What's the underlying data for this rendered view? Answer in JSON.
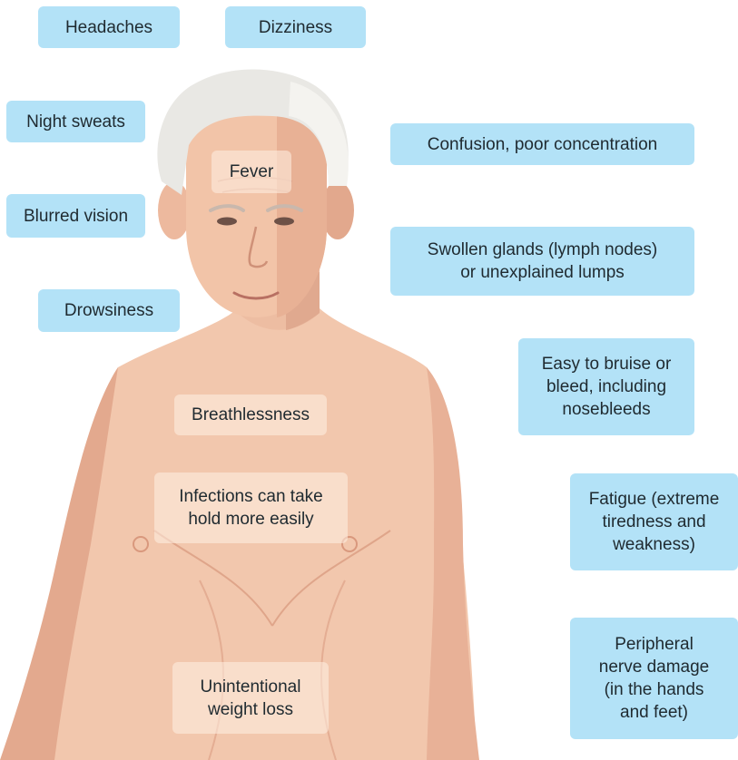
{
  "figure": {
    "colors": {
      "label_box": "#b3e2f7",
      "skin": "#f2c7ad",
      "skin_shadow": "#e3a98e",
      "hair": "#e9e8e4",
      "text": "#1f2a30"
    },
    "illustration": "person-torso-illustration"
  },
  "labels": {
    "headaches": "Headaches",
    "dizziness": "Dizziness",
    "night_sweats": "Night sweats",
    "confusion": "Confusion, poor concentration",
    "fever": "Fever",
    "blurred_vision": "Blurred vision",
    "swollen_glands": "Swollen glands (lymph nodes)\nor unexplained lumps",
    "drowsiness": "Drowsiness",
    "bruise_bleed": "Easy to bruise or\nbleed, including\nnosebleeds",
    "breathlessness": "Breathlessness",
    "infections": "Infections can take\nhold more easily",
    "fatigue": "Fatigue (extreme\ntiredness and\nweakness)",
    "nerve_damage": "Peripheral\nnerve damage\n(in the hands\nand feet)",
    "weight_loss": "Unintentional\nweight loss"
  }
}
